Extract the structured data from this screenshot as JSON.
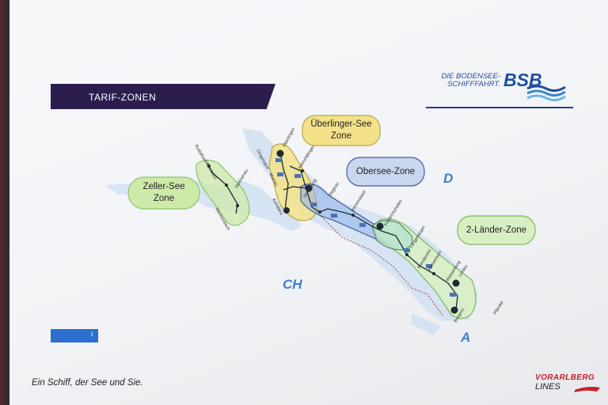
{
  "slide": {
    "title": "TARIF-ZONEN",
    "page_number": "1",
    "slogan": "Ein Schiff, der See und Sie."
  },
  "brand": {
    "tagline_line1": "DIE BODENSEE-",
    "tagline_line2": "SCHIFFFAHRT.",
    "name": "BSB",
    "color": "#1f4fa0"
  },
  "partner": {
    "line1": "VORARLBERG",
    "line2": "LINES",
    "color": "#c8202a"
  },
  "zones": [
    {
      "id": "zeller-see",
      "line1": "Zeller-See",
      "line2": "Zone",
      "color": "#cdeaa9"
    },
    {
      "id": "ueberlinger-see",
      "line1": "Überlinger-See",
      "line2": "Zone",
      "color": "#f3e28a"
    },
    {
      "id": "obersee",
      "line1": "Obersee-Zone",
      "line2": "",
      "color": "#c9d6f0"
    },
    {
      "id": "zwei-laender",
      "line1": "2-Länder-Zone",
      "line2": "",
      "color": "#d8efc4"
    }
  ],
  "countries": {
    "d": "D",
    "ch": "CH",
    "a": "A"
  },
  "ports": {
    "radolfzell": "Radolfzell",
    "allensbach": "Allensbach",
    "reichenau": "Reichenau",
    "mannenbach": "Mannenbach",
    "ueberlingen": "Überlingen",
    "dingelsdorf": "Dingelsdorf",
    "mainau": "Mainau",
    "konstanz": "Konstanz",
    "unteruhldingen": "Unteruhldingen",
    "meersburg": "Meersburg",
    "hagnau": "Hagnau",
    "immenstaad": "Immenstaad",
    "friedrichshafen": "Friedrichshafen",
    "langenargen": "Langenargen",
    "kressbronn": "Kressbronn",
    "nonnenhorn": "Nonnenhorn",
    "wasserburg": "Wasserburg",
    "lindau": "Lindau",
    "bregenz": "Bregenz",
    "pfaender": "Pfänder"
  }
}
